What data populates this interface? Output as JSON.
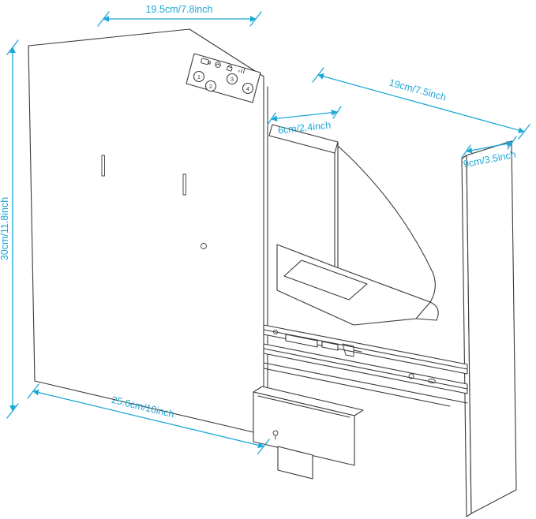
{
  "diagram": {
    "description": "Product dimension line drawing of a slide-out drawer handgun safe with keypad",
    "colors": {
      "accent": "#1ba8d7",
      "line": "#3a3a3a",
      "background": "#ffffff"
    },
    "dimensions": {
      "top_width": "19.5cm/7.8inch",
      "right_depth": "19cm/7.5inch",
      "inner_width": "6cm/2.4inch",
      "panel_width": "9cm/3.5inch",
      "left_height": "30cm/11.8inch",
      "bottom_depth": "25.6cm/10inch"
    },
    "keypad": {
      "buttons": [
        {
          "label": "1"
        },
        {
          "label": "2"
        },
        {
          "label": "3"
        },
        {
          "label": "4"
        }
      ],
      "icons": [
        "battery-icon",
        "fingerprint-icon",
        "lock-icon",
        "signal-icon"
      ]
    }
  }
}
